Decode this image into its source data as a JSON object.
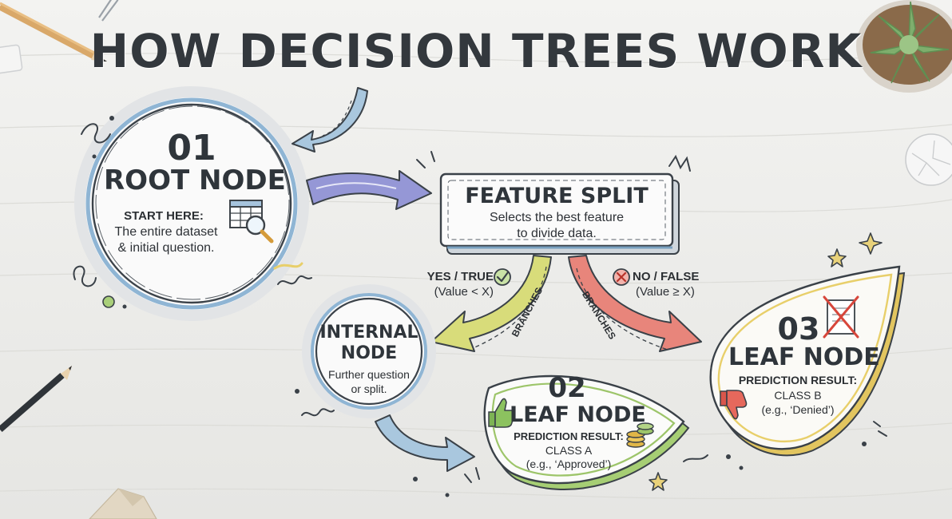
{
  "title": "HOW DECISION TREES WORK",
  "root": {
    "number": "01",
    "name": "ROOT NODE",
    "lead": "START HERE:",
    "line1": "The entire dataset",
    "line2": "& initial question."
  },
  "split": {
    "name": "FEATURE SPLIT",
    "line1": "Selects the best feature",
    "line2": "to divide data."
  },
  "yes": {
    "label": "YES / TRUE",
    "cond": "(Value < X)"
  },
  "no": {
    "label": "NO / FALSE",
    "cond": "(Value ≥ X)"
  },
  "branch_label": "BRANCHES",
  "internal": {
    "name_l1": "INTERNAL",
    "name_l2": "NODE",
    "line1": "Further question",
    "line2": "or split."
  },
  "leaf_a": {
    "number": "02",
    "name": "LEAF NODE",
    "result": "PREDICTION RESULT:",
    "class": "CLASS A",
    "example": "(e.g., ‘Approved’)"
  },
  "leaf_b": {
    "number": "03",
    "name": "LEAF NODE",
    "result": "PREDICTION RESULT:",
    "class": "CLASS B",
    "example": "(e.g., ‘Denied’)"
  },
  "colors": {
    "blue": "#8fb5d4",
    "green": "#a9cf79",
    "yellow_green": "#d8dc7a",
    "red": "#e8857b",
    "gold": "#e8cf6a",
    "purple": "#8e8fd0",
    "ink": "#30363c"
  }
}
